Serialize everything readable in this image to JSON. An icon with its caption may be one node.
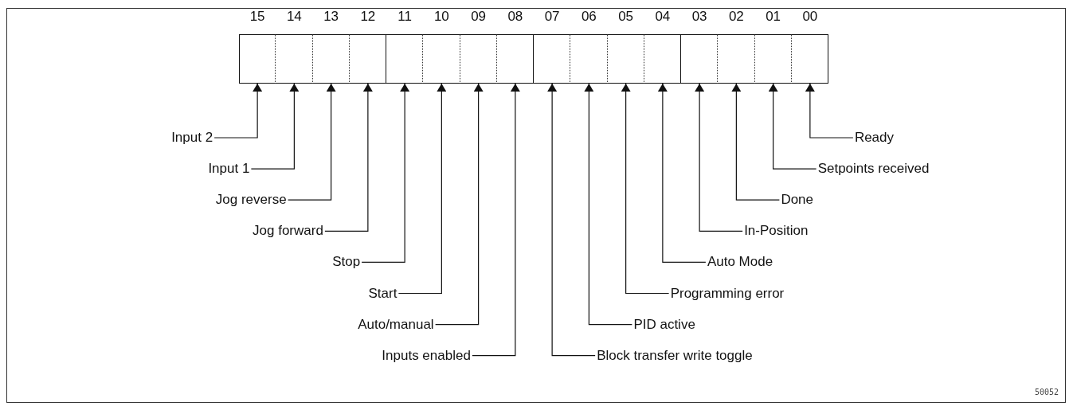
{
  "diagram": {
    "nodes": [
      {
        "text": [
          "15"
        ]
      },
      {
        "text": [
          "14"
        ]
      },
      {
        "text": [
          "13"
        ]
      },
      {
        "text": [
          "12"
        ]
      },
      {
        "text": [
          "11"
        ]
      },
      {
        "text": [
          "10"
        ]
      },
      {
        "text": [
          "09"
        ]
      },
      {
        "text": [
          "08"
        ]
      },
      {
        "text": [
          "07"
        ]
      },
      {
        "text": [
          "06"
        ]
      },
      {
        "text": [
          "05"
        ]
      },
      {
        "text": [
          "04"
        ]
      },
      {
        "text": [
          "03"
        ]
      },
      {
        "text": [
          "02"
        ]
      },
      {
        "text": [
          "01"
        ]
      },
      {
        "text": [
          "00"
        ]
      },
      {
        "text": [
          "Input 2"
        ]
      },
      {
        "text": [
          "Input 1"
        ]
      },
      {
        "text": [
          "Jog reverse"
        ]
      },
      {
        "text": [
          "Jog forward"
        ]
      },
      {
        "text": [
          "Stop"
        ]
      },
      {
        "text": [
          "Start"
        ]
      },
      {
        "text": [
          "Auto/manual"
        ]
      },
      {
        "text": [
          "Inputs enabled"
        ]
      },
      {
        "text": [
          "Block transfer write toggle"
        ]
      },
      {
        "text": [
          "PID active"
        ]
      },
      {
        "text": [
          "Programming error"
        ]
      },
      {
        "text": [
          "Auto Mode"
        ]
      },
      {
        "text": [
          "In-Position"
        ]
      },
      {
        "text": [
          "Done"
        ]
      },
      {
        "text": [
          "Setpoints received"
        ]
      },
      {
        "text": [
          "Ready"
        ]
      }
    ],
    "edges": [
      {
        "from": 16,
        "to": 0,
        "arrow": "to"
      },
      {
        "from": 17,
        "to": 1,
        "arrow": "to"
      },
      {
        "from": 18,
        "to": 2,
        "arrow": "to"
      },
      {
        "from": 19,
        "to": 3,
        "arrow": "to"
      },
      {
        "from": 20,
        "to": 4,
        "arrow": "to"
      },
      {
        "from": 21,
        "to": 5,
        "arrow": "to"
      },
      {
        "from": 22,
        "to": 6,
        "arrow": "to"
      },
      {
        "from": 23,
        "to": 7,
        "arrow": "to"
      },
      {
        "from": 24,
        "to": 8,
        "arrow": "to"
      },
      {
        "from": 25,
        "to": 9,
        "arrow": "to"
      },
      {
        "from": 26,
        "to": 10,
        "arrow": "to"
      },
      {
        "from": 27,
        "to": 11,
        "arrow": "to"
      },
      {
        "from": 28,
        "to": 12,
        "arrow": "to"
      },
      {
        "from": 29,
        "to": 13,
        "arrow": "to"
      },
      {
        "from": 30,
        "to": 14,
        "arrow": "to"
      },
      {
        "from": 31,
        "to": 15,
        "arrow": "to"
      }
    ],
    "labels": [
      "50052"
    ]
  }
}
